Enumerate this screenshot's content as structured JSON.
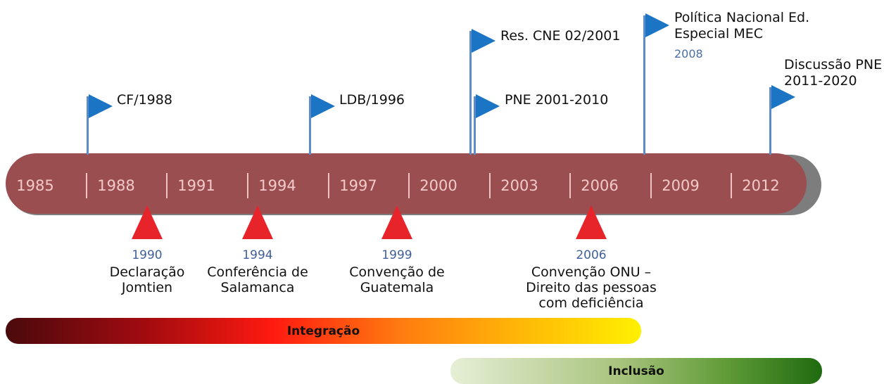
{
  "timeline": {
    "years": [
      "1985",
      "1988",
      "1991",
      "1994",
      "1997",
      "2000",
      "2003",
      "2006",
      "2009",
      "2012"
    ],
    "bar_color": "#9b4e50"
  },
  "flags": [
    {
      "label_lines": [
        "CF/1988"
      ],
      "year": ""
    },
    {
      "label_lines": [
        "LDB/1996"
      ],
      "year": ""
    },
    {
      "label_lines": [
        "Res. CNE 02/2001"
      ],
      "year": ""
    },
    {
      "label_lines": [
        "PNE 2001-2010"
      ],
      "year": ""
    },
    {
      "label_lines": [
        "Política Nacional Ed.",
        "Especial MEC"
      ],
      "year": "2008"
    },
    {
      "label_lines": [
        "Discussão PNE",
        "2011-2020"
      ],
      "year": ""
    }
  ],
  "flag_color": "#1b74c4",
  "events": [
    {
      "year": "1990",
      "label_lines": [
        "Declaração",
        "Jomtien"
      ]
    },
    {
      "year": "1994",
      "label_lines": [
        "Conferência de",
        "Salamanca"
      ]
    },
    {
      "year": "1999",
      "label_lines": [
        "Convenção de",
        "Guatemala"
      ]
    },
    {
      "year": "2006",
      "label_lines": [
        "Convenção ONU –",
        "Direito das pessoas",
        "com deficiência"
      ]
    }
  ],
  "triangle_color": "#e8242b",
  "periods": {
    "integracao": "Integração",
    "inclusao": "Inclusão"
  }
}
